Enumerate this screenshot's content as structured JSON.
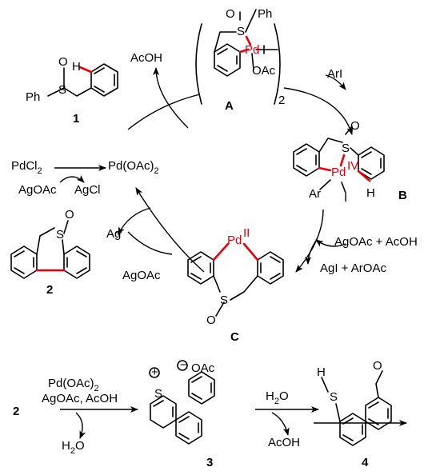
{
  "labels": {
    "acoh_top": "AcOH",
    "ari": "ArI",
    "pdcl2": "PdCl",
    "pdcl2_sub": "2",
    "agoac_left": "AgOAc",
    "agcl": "AgCl",
    "pdoac2": "Pd(OAc)",
    "pdoac2_sub": "2",
    "ag": "Ag",
    "agoac_bottom": "AgOAc",
    "agoac_acoh": "AgOAc + AcOH",
    "agi_aroac": "AgI + ArOAc",
    "h2o_left": "H",
    "h2o_left_sub": "2",
    "h2o_left_o": "O",
    "pdoac2_bottom": "Pd(OAc)",
    "pdoac2_bottom_sub": "2",
    "agoac_acoh_bottom": "AgOAc, AcOH",
    "h2o_right": "H",
    "h2o_right_sub": "2",
    "h2o_right_o": "O",
    "acoh_right": "AcOH",
    "plus": "+",
    "dimer_sub": "2"
  },
  "atoms": {
    "S": "S",
    "O": "O",
    "Ph": "Ph",
    "Pd": "Pd",
    "OAc": "OAc",
    "H": "H",
    "Ar": "Ar",
    "I": "I",
    "IV": "IV",
    "II": "II",
    "plus_sym": "+",
    "minus_sym": "−"
  },
  "compounds": {
    "c1": "1",
    "c2": "2",
    "cA": "A",
    "cB": "B",
    "cC": "C",
    "c2b": "2",
    "c3": "3",
    "c4": "4"
  },
  "colors": {
    "highlight": "#e8000b",
    "ink": "#000000"
  }
}
